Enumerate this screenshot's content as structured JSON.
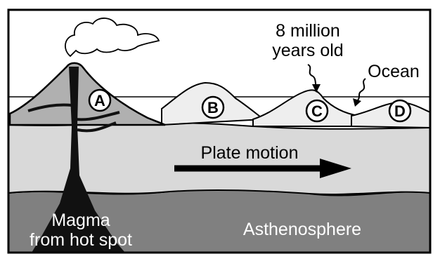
{
  "labels": {
    "age_line1": "8 million",
    "age_line2": "years old",
    "ocean": "Ocean",
    "plate_motion": "Plate motion",
    "asthenosphere": "Asthenosphere",
    "magma_line1": "Magma",
    "magma_line2": "from hot spot"
  },
  "volcano_markers": [
    "A",
    "B",
    "C",
    "D"
  ],
  "colors": {
    "plate": "#d9d9d9",
    "asthenosphere": "#808080",
    "volcano_a": "#b0b0b0",
    "seamount": "#eeeeee",
    "outline": "#000000",
    "magma": "#111111"
  }
}
